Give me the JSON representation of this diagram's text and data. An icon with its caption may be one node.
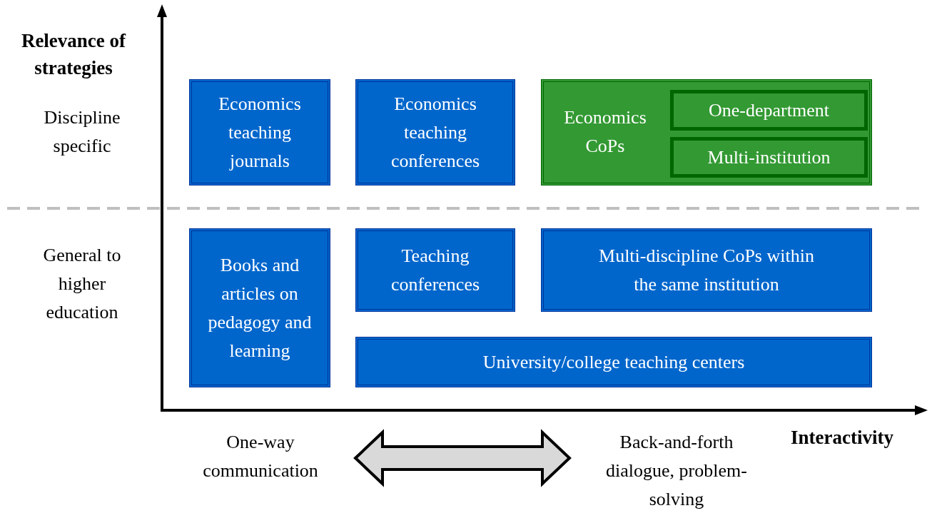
{
  "diagram": {
    "nodes": [
      {
        "text": [
          "Economics teaching journals"
        ]
      },
      {
        "text": [
          "Economics teaching conferences"
        ]
      },
      {
        "text": [
          "Economics CoPs"
        ]
      },
      {
        "text": [
          "One-department"
        ],
        "in": 2
      },
      {
        "text": [
          "Multi-institution"
        ],
        "in": 2
      },
      {
        "text": [
          "Books and articles on pedagogy and learning"
        ]
      },
      {
        "text": [
          "Teaching conferences"
        ]
      },
      {
        "text": [
          "Multi-discipline CoPs within the same institution"
        ]
      },
      {
        "text": [
          "University/college teaching centers"
        ]
      },
      {
        "text": [
          "One-way communication"
        ]
      },
      {
        "text": [
          "Back-and-forth dialogue, problem-solving"
        ]
      }
    ],
    "edges": [
      {
        "from": 9,
        "to": 10,
        "arrow": "both",
        "style": "thick"
      }
    ],
    "labels": [
      "Relevance of strategies",
      "Discipline specific",
      "General to higher education",
      "Interactivity"
    ]
  }
}
